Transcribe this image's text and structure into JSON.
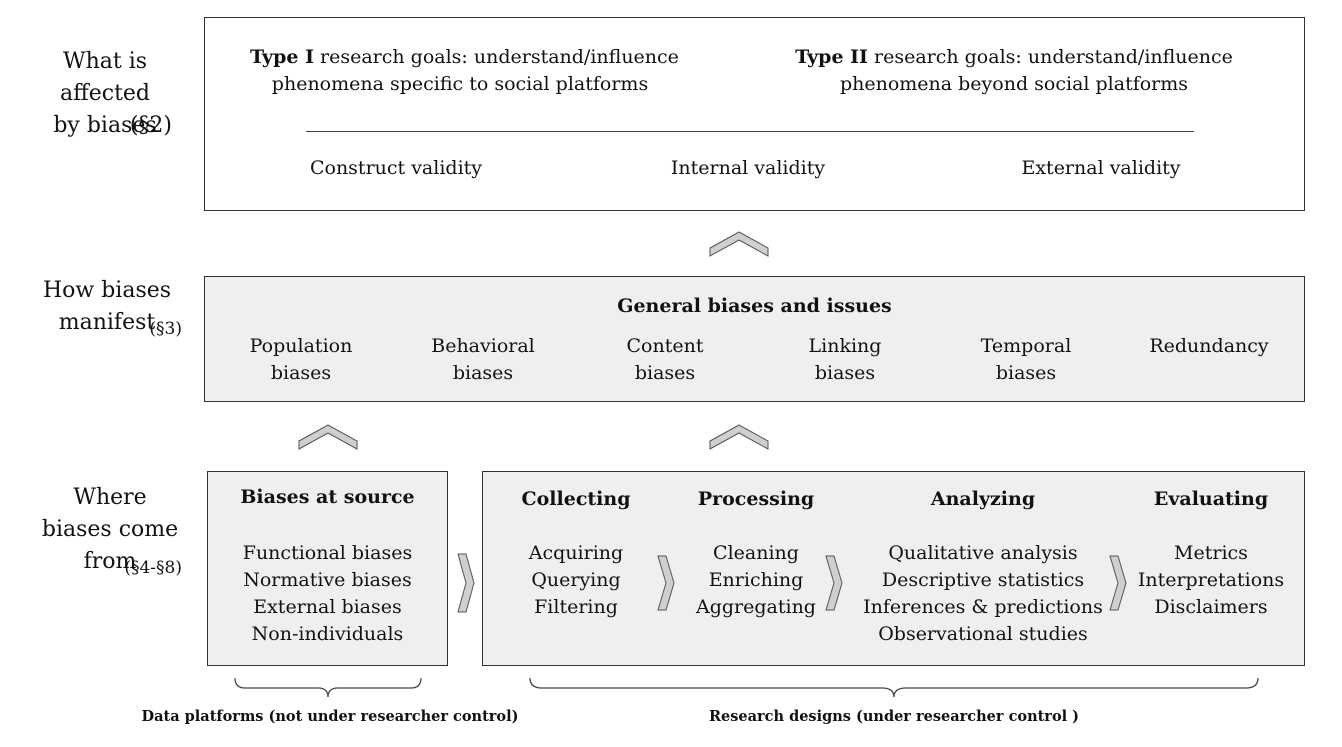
{
  "row_labels": {
    "affected": {
      "text": "What is affected by biases",
      "section": "(§2)"
    },
    "manifest": {
      "text": "How biases manifest",
      "section": "(§3)"
    },
    "come_from": {
      "text": "Where biases come from",
      "section": "(§4-§8)"
    }
  },
  "goals": {
    "type1_bold": "Type I",
    "type1_rest": " research goals: understand/influence",
    "type1_line2": "phenomena specific to social platforms",
    "type2_bold": "Type II",
    "type2_rest": " research goals: understand/influence",
    "type2_line2": "phenomena beyond social platforms"
  },
  "validity": [
    "Construct validity",
    "Internal validity",
    "External validity"
  ],
  "general": {
    "title": "General biases and issues",
    "items": [
      [
        "Population",
        "biases"
      ],
      [
        "Behavioral",
        "biases"
      ],
      [
        "Content",
        "biases"
      ],
      [
        "Linking",
        "biases"
      ],
      [
        "Temporal",
        "biases"
      ],
      [
        "Redundancy",
        ""
      ]
    ]
  },
  "source": {
    "title": "Biases at source",
    "items": [
      "Functional biases",
      "Normative biases",
      "External biases",
      "Non-individuals"
    ]
  },
  "stages": [
    {
      "title": "Collecting",
      "items": [
        "Acquiring",
        "Querying",
        "Filtering"
      ]
    },
    {
      "title": "Processing",
      "items": [
        "Cleaning",
        "Enriching",
        "Aggregating"
      ]
    },
    {
      "title": "Analyzing",
      "items": [
        "Qualitative analysis",
        "Descriptive statistics",
        "Inferences & predictions",
        "Observational studies"
      ]
    },
    {
      "title": "Evaluating",
      "items": [
        "Metrics",
        "Interpretations",
        "Disclaimers"
      ]
    }
  ],
  "braces": {
    "left": "Data platforms (not under researcher control)",
    "right": "Research designs (under researcher control )"
  },
  "colors": {
    "gray_fill": "#efefef",
    "arrow_fill": "#cfcfcf",
    "border": "#333333"
  }
}
